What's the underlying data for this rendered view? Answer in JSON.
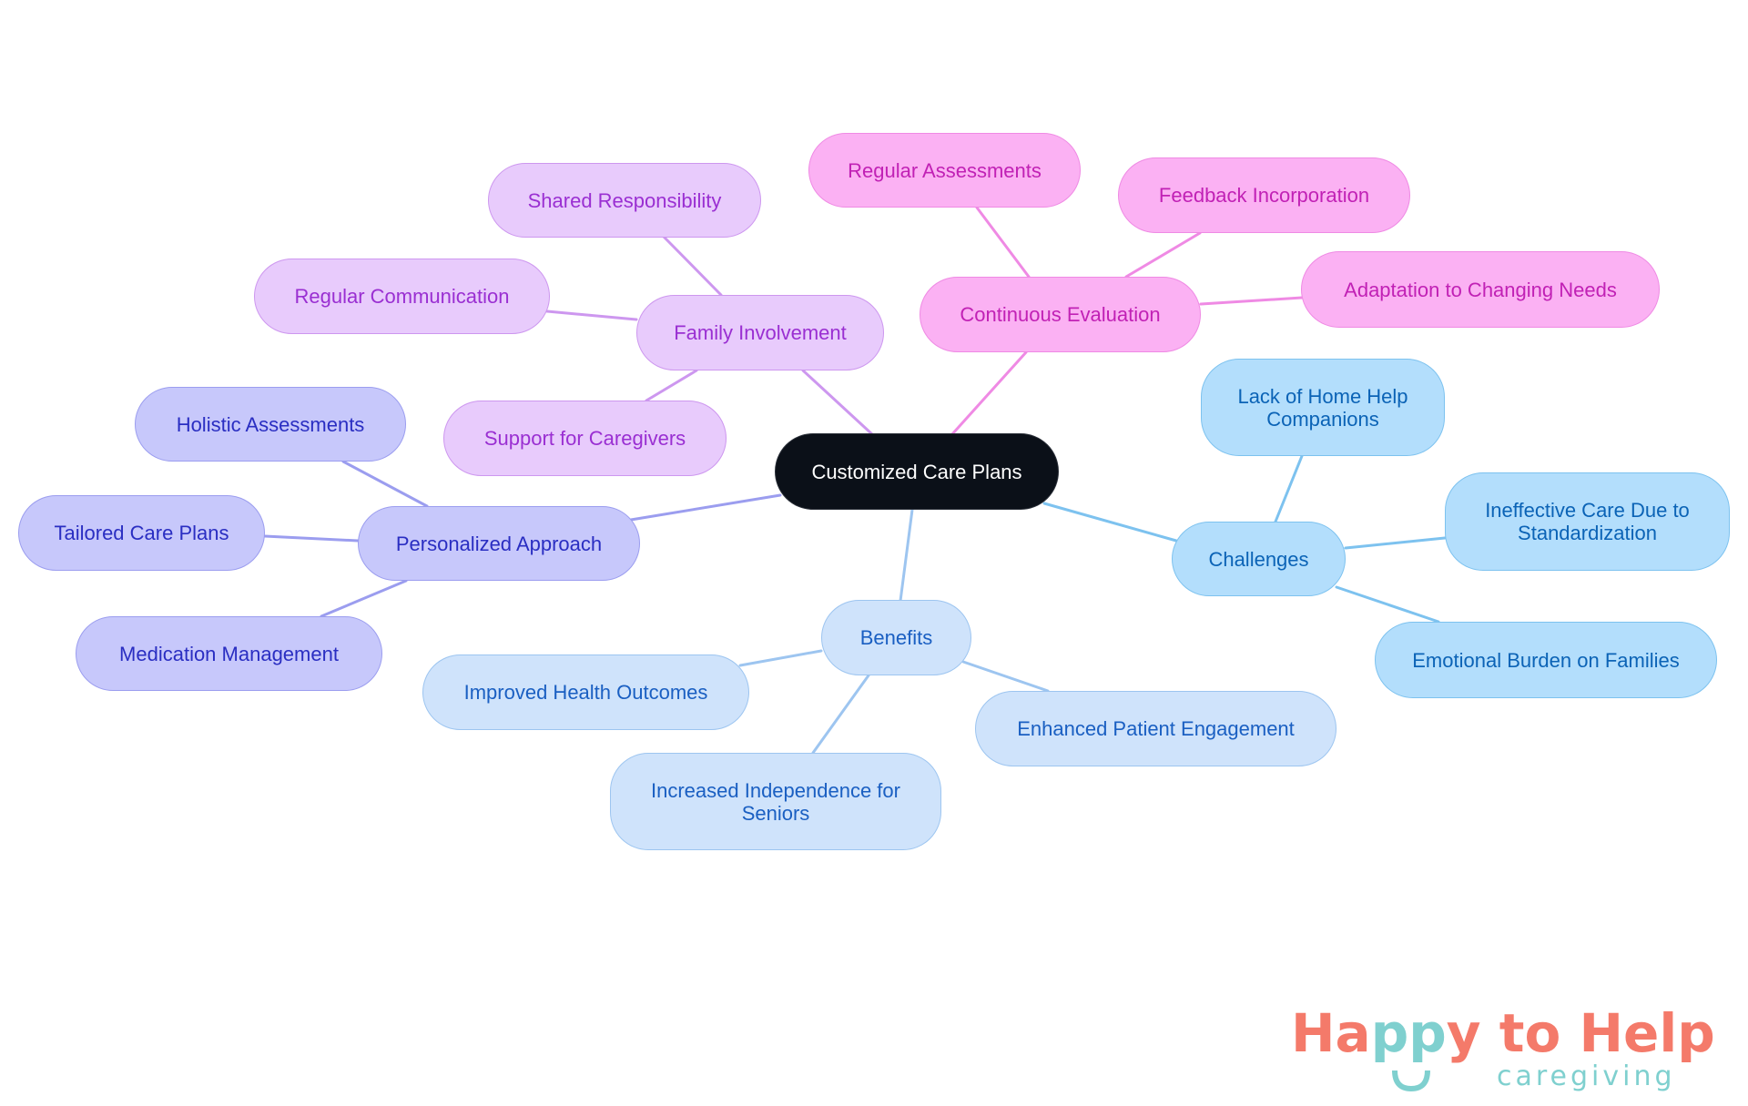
{
  "diagram": {
    "title": "Customized Care Plans",
    "colors": {
      "center": "#0b1018",
      "continuous_evaluation": "#fbb1f3",
      "family_involvement": "#e8cbfc",
      "personalized_approach": "#c7c8fb",
      "challenges": "#b3defc",
      "benefits": "#cfe3fb"
    },
    "nodes": {
      "center": "Customized Care Plans",
      "family": "Family Involvement",
      "shared": "Shared Responsibility",
      "regcomm": "Regular Communication",
      "support": "Support for Caregivers",
      "continuous": "Continuous Evaluation",
      "regassess": "Regular Assessments",
      "feedback": "Feedback Incorporation",
      "adaptation": "Adaptation to Changing Needs",
      "personalized": "Personalized Approach",
      "holistic": "Holistic Assessments",
      "tailored": "Tailored Care Plans",
      "medication": "Medication Management",
      "benefits": "Benefits",
      "improved": "Improved Health Outcomes",
      "enhanced": "Enhanced Patient Engagement",
      "increased": "Increased Independence for Seniors",
      "challenges": "Challenges",
      "lack": "Lack of Home Help Companions",
      "ineffective": "Ineffective Care Due to Standardization",
      "emotional": "Emotional Burden on Families"
    },
    "branches": [
      {
        "name": "Family Involvement",
        "children": [
          "Shared Responsibility",
          "Regular Communication",
          "Support for Caregivers"
        ]
      },
      {
        "name": "Continuous Evaluation",
        "children": [
          "Regular Assessments",
          "Feedback Incorporation",
          "Adaptation to Changing Needs"
        ]
      },
      {
        "name": "Personalized Approach",
        "children": [
          "Holistic Assessments",
          "Tailored Care Plans",
          "Medication Management"
        ]
      },
      {
        "name": "Benefits",
        "children": [
          "Improved Health Outcomes",
          "Enhanced Patient Engagement",
          "Increased Independence for Seniors"
        ]
      },
      {
        "name": "Challenges",
        "children": [
          "Lack of Home Help Companions",
          "Ineffective Care Due to Standardization",
          "Emotional Burden on Families"
        ]
      }
    ]
  },
  "logo": {
    "part1": "Ha",
    "part2": "pp",
    "part3": "y to Help",
    "subtitle": "caregiving",
    "colors": {
      "coral": "#f47a6a",
      "teal": "#7fd0cf"
    }
  }
}
